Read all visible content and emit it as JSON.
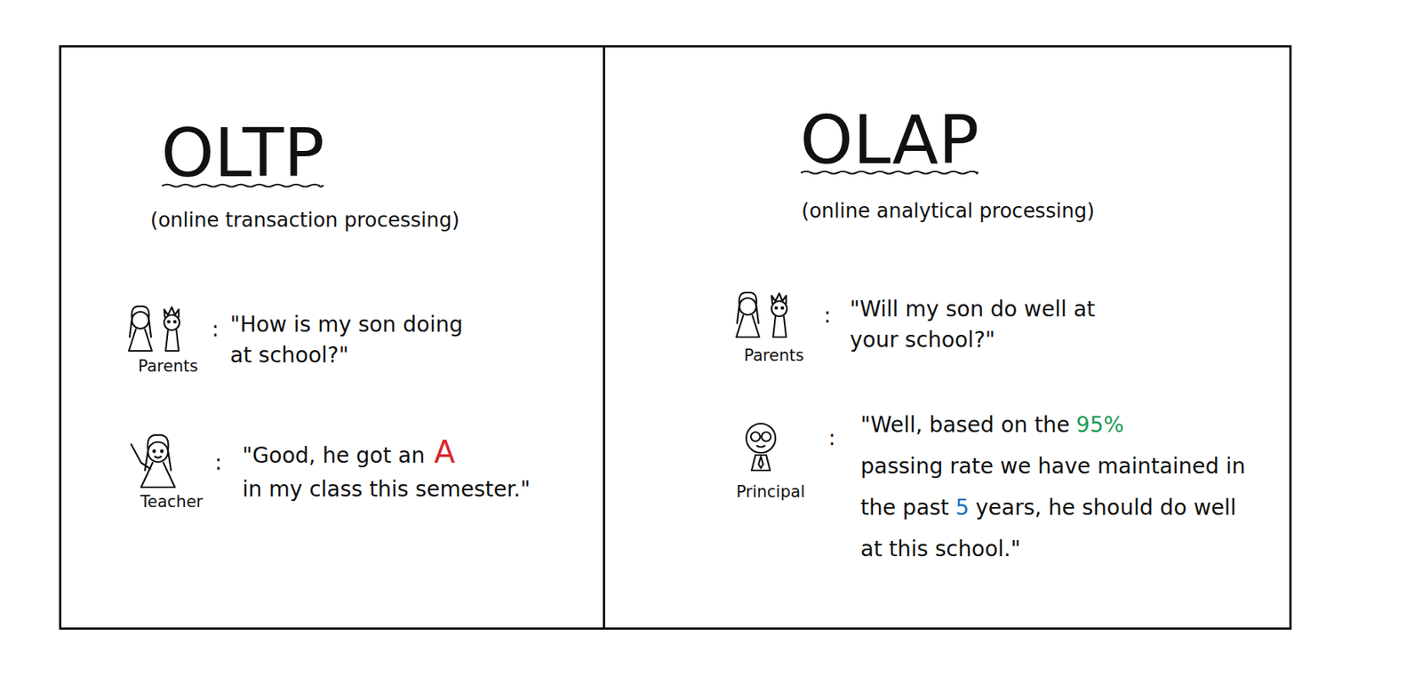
{
  "diagram": {
    "nodes": [
      {
        "text": [
          "OLTP",
          "(online transaction processing)"
        ]
      },
      {
        "text": [
          "OLAP",
          "(online analytical processing)"
        ]
      }
    ],
    "labels": [
      "Parents",
      ":",
      "\"How is my son doing at school?\"",
      "Teacher",
      ":",
      "\"Good, he got an",
      "A",
      "in my class this semester.\"",
      "Parents",
      ":",
      "\"Will my son do well at your school?\"",
      "Principal",
      ":",
      "\"Well, based on the",
      "95%",
      "passing rate we have maintained in the past",
      "5",
      "years, he should do well at this school.\""
    ]
  }
}
